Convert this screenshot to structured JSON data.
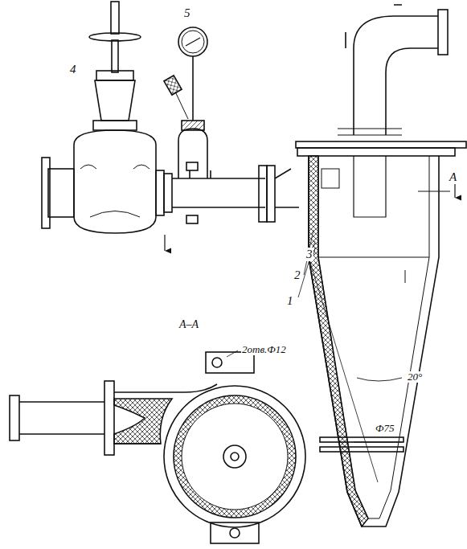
{
  "diagram": {
    "labels": [
      "5",
      "4",
      "A",
      "3",
      "2",
      "1",
      "A–A",
      "2отв.Ф12",
      "20°",
      "Ф75"
    ]
  }
}
